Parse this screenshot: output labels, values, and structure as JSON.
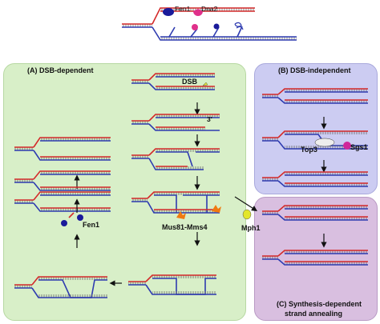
{
  "legend": {
    "fen1": "Fen1",
    "dna2": "Dna2"
  },
  "panels": {
    "a_title": "(A) DSB-dependent",
    "b_title": "(B) DSB-independent",
    "c_title_1": "(C) Synthesis-dependent",
    "c_title_2": "strand annealing"
  },
  "labels": {
    "dsb": "DSB",
    "three_prime": "3'",
    "mus81": "Mus81-Mms4",
    "fen1_lower": "Fen1",
    "top3": "Top3",
    "sgs1": "Sgs1",
    "mph1": "Mph1"
  },
  "colors": {
    "red_strand": "#d42a2a",
    "blue_strand": "#2e3bb0",
    "rung": "#555555",
    "fen1": "#1a1a9a",
    "dna2": "#e0308a",
    "sgs1": "#d0279a",
    "mph1": "#e3e62a",
    "mus81": "#f07a10"
  }
}
